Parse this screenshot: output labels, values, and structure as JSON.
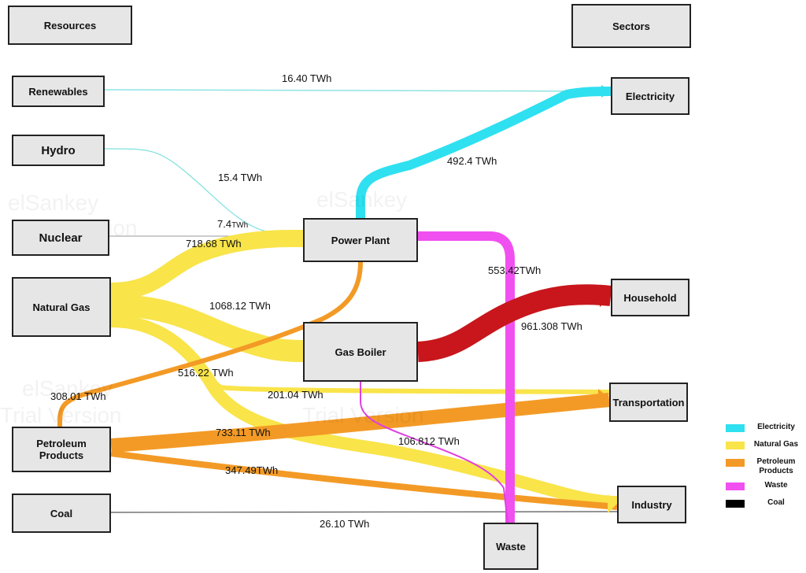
{
  "headers": {
    "resources": "Resources",
    "sectors": "Sectors"
  },
  "nodes": {
    "renewables": "Renewables",
    "hydro": "Hydro",
    "nuclear": "Nuclear",
    "natural_gas": "Natural Gas",
    "petroleum_products": "Petroleum\nProducts",
    "coal": "Coal",
    "power_plant": "Power Plant",
    "gas_boiler": "Gas Boiler",
    "electricity": "Electricity",
    "household": "Household",
    "transportation": "Transportation",
    "industry": "Industry",
    "waste": "Waste"
  },
  "flows": [
    {
      "id": "renewables-electricity",
      "source": "Renewables",
      "target": "Electricity",
      "value": 16.4,
      "label": "16.40 TWh",
      "color": "#8fe3e3"
    },
    {
      "id": "hydro-powerplant",
      "source": "Hydro",
      "target": "Power Plant",
      "value": 15.4,
      "label": "15.4 TWh",
      "color": "#7fe0e0"
    },
    {
      "id": "nuclear-powerplant",
      "source": "Nuclear",
      "target": "Power Plant",
      "value": 7.4,
      "label": "7.4",
      "label_unit": "TWh",
      "color": "#999999"
    },
    {
      "id": "gas-powerplant",
      "source": "Natural Gas",
      "target": "Power Plant",
      "value": 718.68,
      "label": "718.68 TWh",
      "color": "#f9e44a"
    },
    {
      "id": "gas-gasboiler",
      "source": "Natural Gas",
      "target": "Gas Boiler",
      "value": 1068.12,
      "label": "1068.12 TWh",
      "color": "#f9e44a"
    },
    {
      "id": "gas-industry",
      "source": "Natural Gas",
      "target": "Industry",
      "value": 516.22,
      "label": "516.22 TWh",
      "color": "#f9e44a"
    },
    {
      "id": "gas-transportation",
      "source": "Natural Gas",
      "target": "Transportation",
      "value": 201.04,
      "label": "201.04 TWh",
      "color": "#f9e44a"
    },
    {
      "id": "petroleum-powerplant",
      "source": "Petroleum Products",
      "target": "Power Plant",
      "value": 308.01,
      "label": "308.01 TWh",
      "color": "#f39a26"
    },
    {
      "id": "petroleum-transportation",
      "source": "Petroleum Products",
      "target": "Transportation",
      "value": 733.11,
      "label": "733.11 TWh",
      "color": "#f39a26"
    },
    {
      "id": "petroleum-industry",
      "source": "Petroleum Products",
      "target": "Industry",
      "value": 347.49,
      "label": "347.49TWh",
      "color": "#f39a26"
    },
    {
      "id": "coal-industry",
      "source": "Coal",
      "target": "Industry",
      "value": 26.1,
      "label": "26.10 TWh",
      "color": "#555555"
    },
    {
      "id": "powerplant-electricity",
      "source": "Power Plant",
      "target": "Electricity",
      "value": 492.4,
      "label": "492.4 TWh",
      "color": "#2fe0f0"
    },
    {
      "id": "powerplant-waste",
      "source": "Power Plant",
      "target": "Waste",
      "value": 553.42,
      "label": "553.42TWh",
      "color": "#f050f0"
    },
    {
      "id": "gasboiler-household",
      "source": "Gas Boiler",
      "target": "Household",
      "value": 961.308,
      "label": "961.308 TWh",
      "color": "#c8161c"
    },
    {
      "id": "gasboiler-waste",
      "source": "Gas Boiler",
      "target": "Waste",
      "value": 106.812,
      "label": "106.812 TWh",
      "color": "#e040e0"
    }
  ],
  "legend": [
    {
      "label": "Electricity",
      "color": "#2fe0f0"
    },
    {
      "label": "Natural Gas",
      "color": "#f9e44a"
    },
    {
      "label": "Petroleum\nProducts",
      "color": "#f39a26"
    },
    {
      "label": "Waste",
      "color": "#f050f0"
    },
    {
      "label": "Coal",
      "color": "#000000"
    }
  ],
  "watermark": {
    "brand": "elSankey",
    "trial": "Trial Version"
  }
}
